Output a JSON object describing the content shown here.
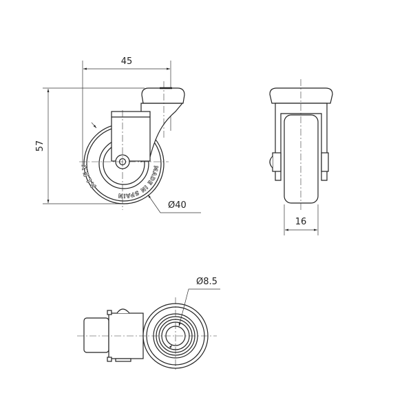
{
  "dimensions": {
    "offset": "45",
    "height": "57",
    "wheel_diameter": "Ø40",
    "wheel_width": "16",
    "bore_diameter": "Ø8.5"
  },
  "embossing": {
    "brand": "ALEX",
    "origin": "MADE IN SPAIN"
  }
}
